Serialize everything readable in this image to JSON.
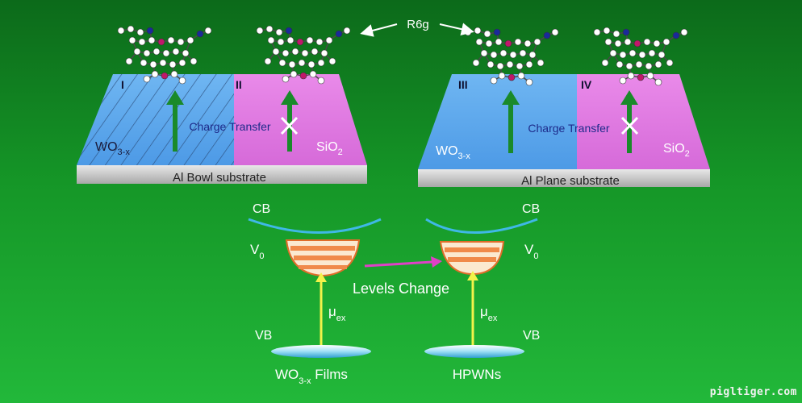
{
  "figure": {
    "molecule_label": "R6g",
    "panels": [
      {
        "numeral": "I",
        "material": "WO",
        "sub": "3-x"
      },
      {
        "numeral": "II",
        "material": "SiO",
        "sub": "2"
      },
      {
        "numeral": "III",
        "material": "WO",
        "sub": "3-x"
      },
      {
        "numeral": "IV",
        "material": "SiO",
        "sub": "2"
      }
    ],
    "charge_transfer": "Charge Transfer",
    "substrates": {
      "left": "Al Bowl substrate",
      "right": "Al Plane substrate"
    },
    "bands": {
      "cb": "CB",
      "vb": "VB",
      "v0": "V",
      "v0_sub": "0",
      "mu": "μ",
      "mu_sub": "ex"
    },
    "levels_change": "Levels Change",
    "bottom_labels": {
      "left_main": "WO",
      "left_sub": "3-x",
      "left_tail": " Films",
      "right": "HPWNs"
    },
    "colors": {
      "background": "#159627",
      "wo_blue": "#5aa9ee",
      "sio_pink": "#e07ae6",
      "arrow_green": "#1a8a2a",
      "well_orange": "#f08a4a"
    }
  },
  "watermark": "pigltiger.com"
}
